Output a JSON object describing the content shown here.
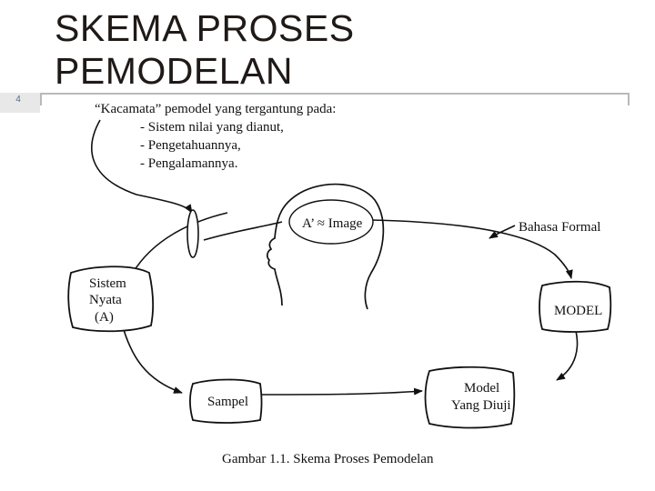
{
  "slide": {
    "title_line1": "SKEMA PROSES",
    "title_line2": "PEMODELAN",
    "number": "4"
  },
  "diagram": {
    "lens_note": {
      "heading": "“Kacamata” pemodel yang tergantung pada:",
      "items": [
        "- Sistem nilai yang dianut,",
        "- Pengetahuannya,",
        "- Pengalamannya."
      ]
    },
    "head_label": "A’ ≈ Image",
    "formal_label": "Bahasa Formal",
    "nodes": {
      "real_system": [
        "Sistem",
        "Nyata",
        "(A)"
      ],
      "model": "MODEL",
      "sample": "Sampel",
      "tested_model": [
        "Model",
        "Yang Diuji"
      ]
    },
    "caption": "Gambar 1.1. Skema Proses Pemodelan"
  },
  "colors": {
    "title": "#1f1a17",
    "rule": "#b9b9b9",
    "slide_number": "#5a6b8c",
    "ink": "#111111"
  }
}
